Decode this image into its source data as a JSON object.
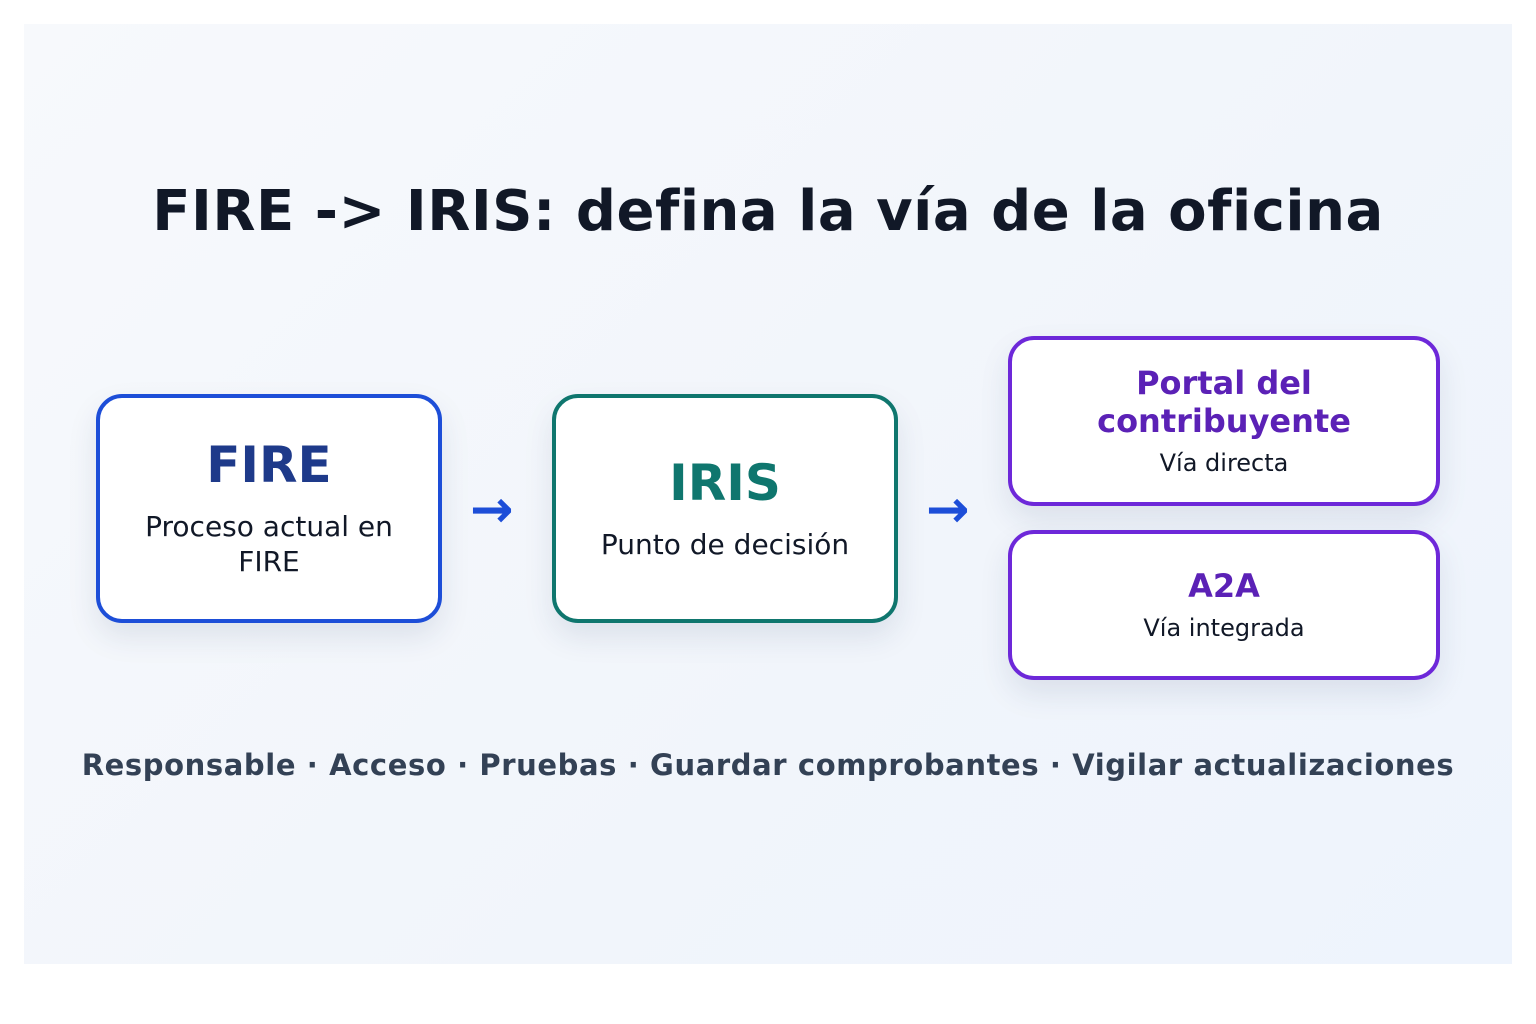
{
  "title": "FIRE -> IRIS: defina la vía de la oficina",
  "nodes": {
    "fire": {
      "heading": "FIRE",
      "subtitle": "Proceso actual en FIRE"
    },
    "iris": {
      "heading": "IRIS",
      "subtitle": "Punto de decisión"
    },
    "portal": {
      "heading": "Portal del contribuyente",
      "subtitle": "Vía directa"
    },
    "a2a": {
      "heading": "A2A",
      "subtitle": "Vía integrada"
    }
  },
  "arrows": {
    "symbol": "→"
  },
  "footer": "Responsable · Acceso · Pruebas · Guardar comprobantes · Vigilar actualizaciones",
  "colors": {
    "fire_border": "#1d4ed8",
    "iris_border": "#0f766e",
    "option_border": "#6d28d9",
    "arrow": "#1d4ed8"
  }
}
